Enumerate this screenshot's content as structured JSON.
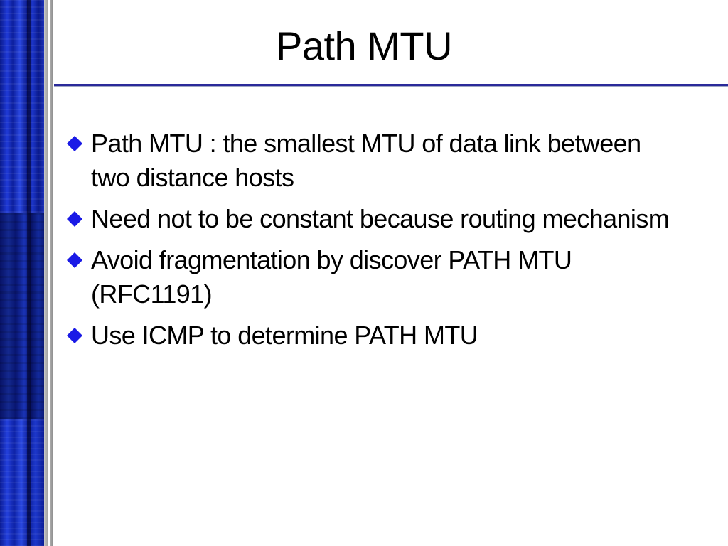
{
  "slide": {
    "title": "Path MTU",
    "bullets": [
      {
        "text": "Path MTU : the smallest MTU of data link between two distance hosts",
        "icon": "diamond-bullet-icon"
      },
      {
        "text": "Need not to be constant because routing mechanism",
        "icon": "diamond-bullet-icon"
      },
      {
        "text": "Avoid fragmentation by discover PATH MTU (RFC1191)",
        "icon": "diamond-bullet-icon"
      },
      {
        "text": "Use ICMP to  determine PATH MTU",
        "icon": "diamond-bullet-icon"
      }
    ]
  },
  "colors": {
    "bullet": "#1a1ae6",
    "title_rule": "#2a2a9a",
    "side_band": "#1a33c4"
  }
}
